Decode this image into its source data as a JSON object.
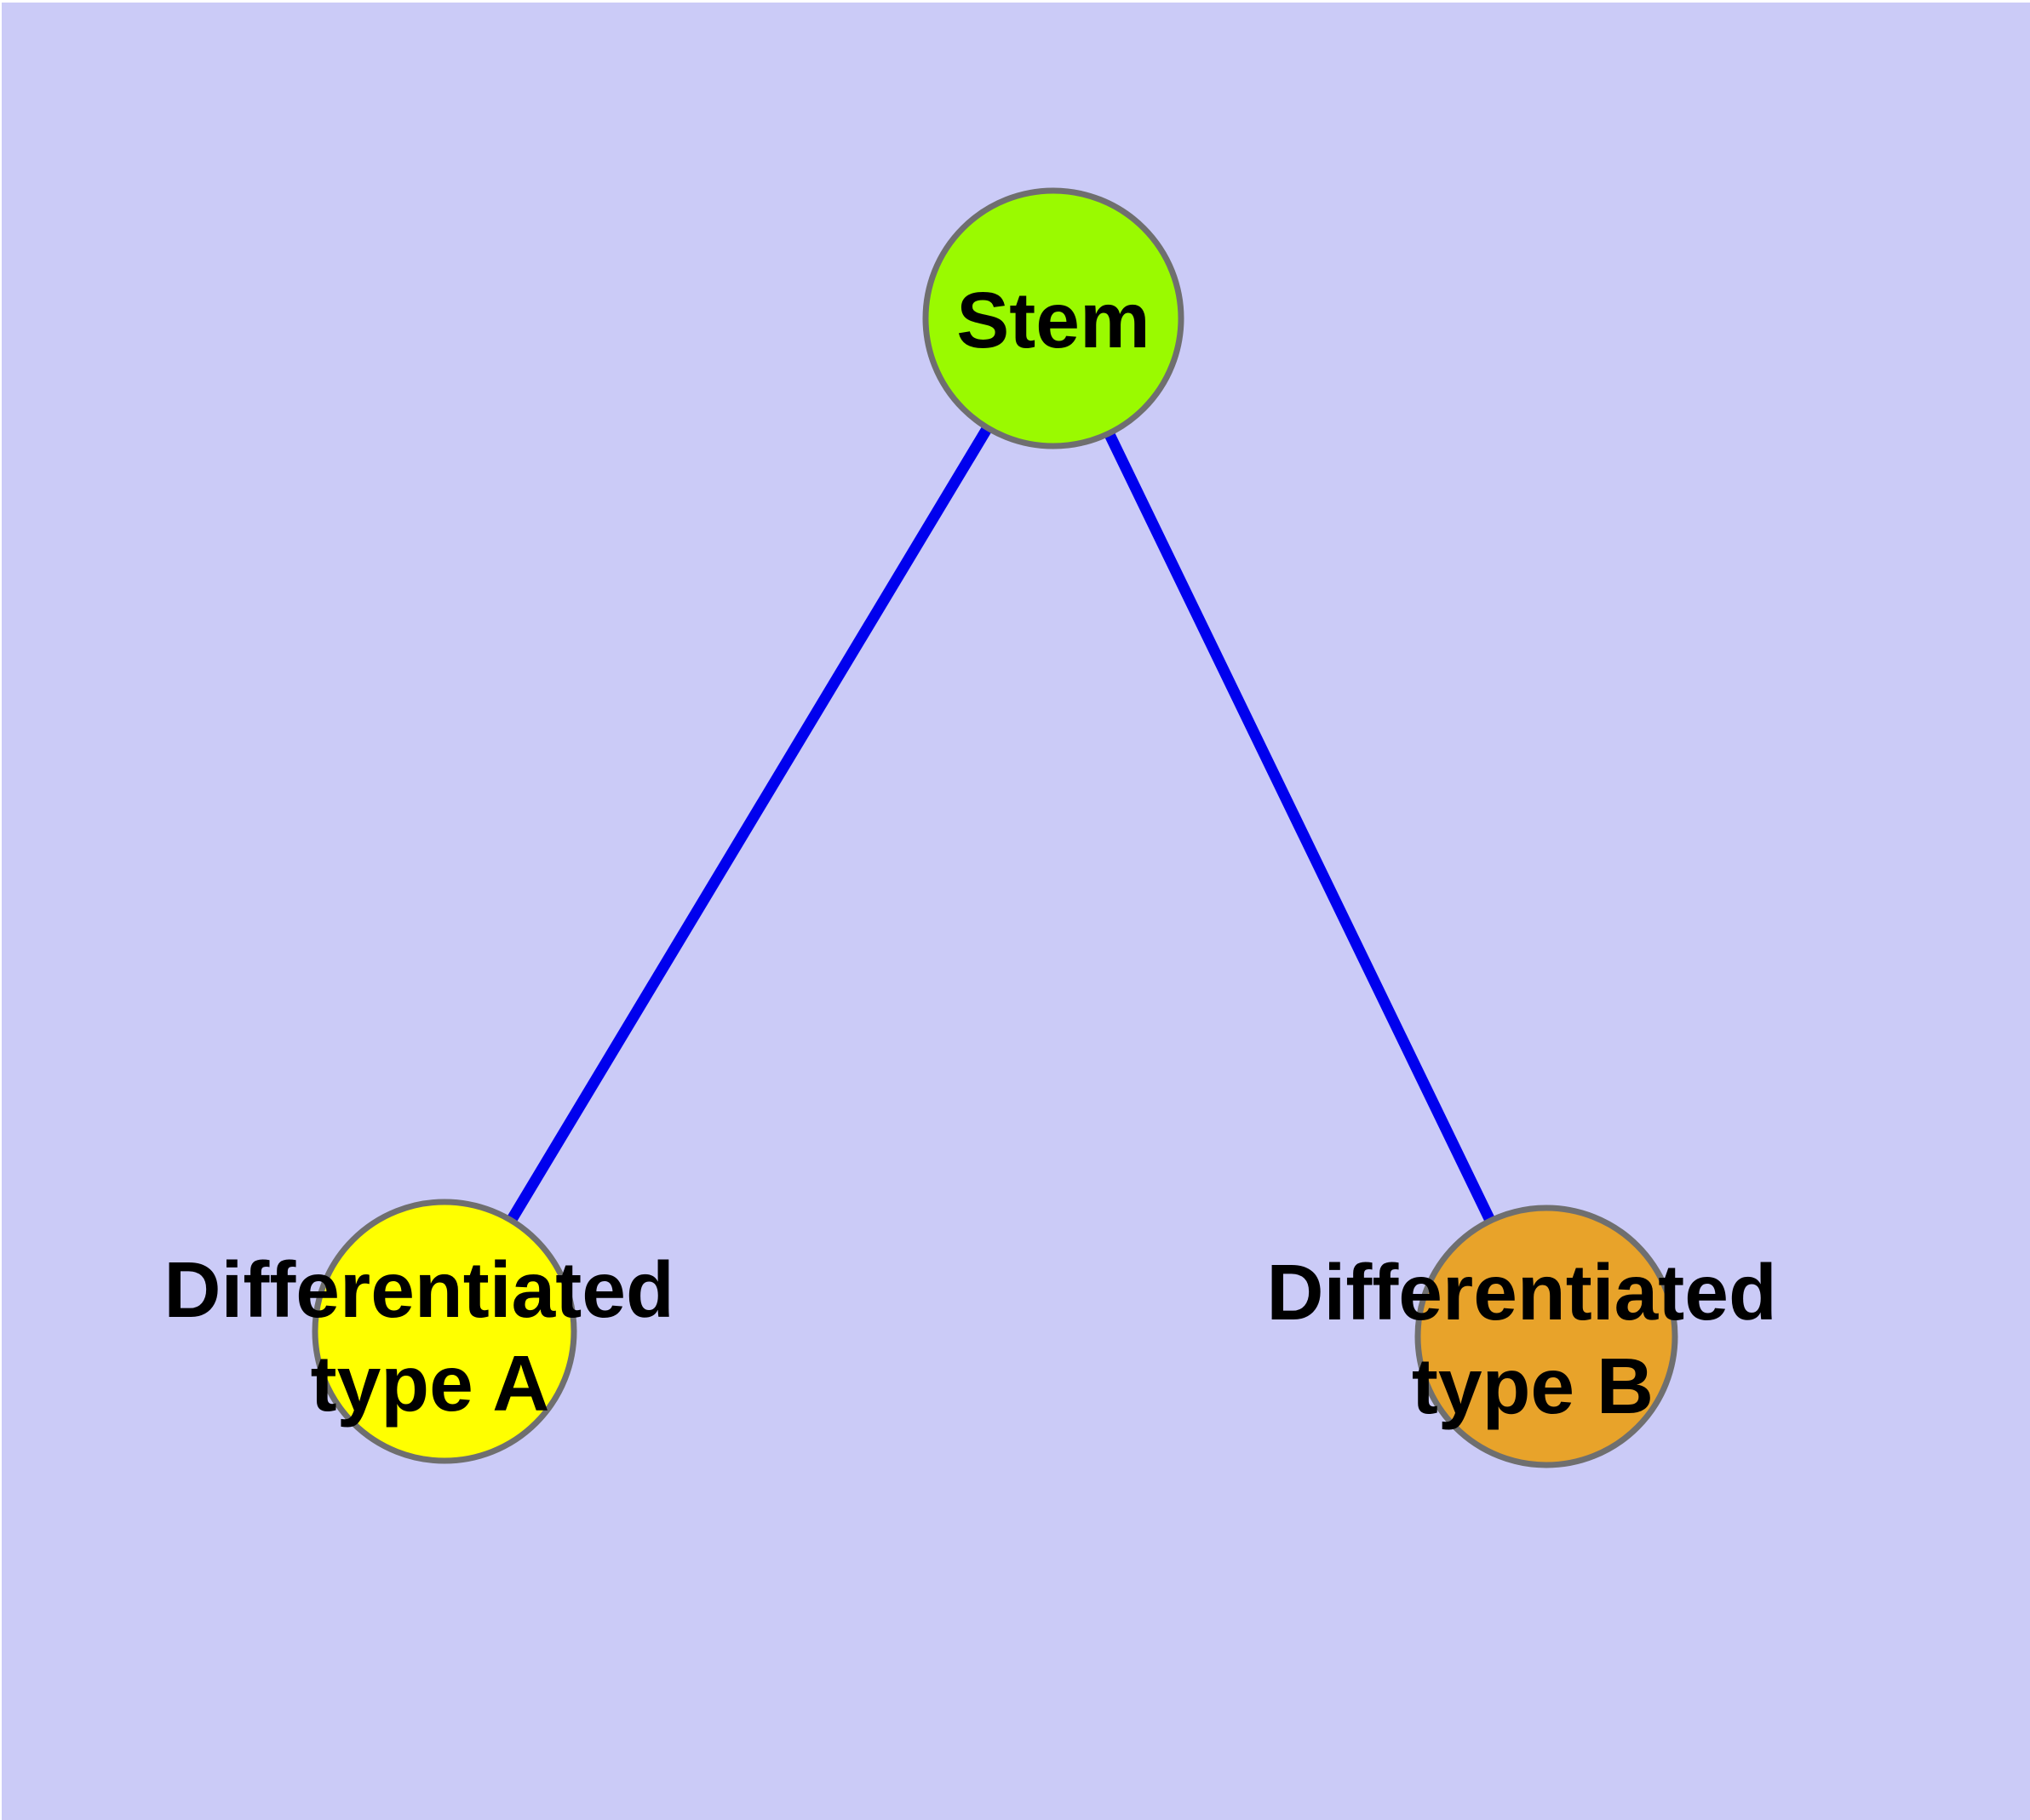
{
  "diagram": {
    "type": "node-link-graph",
    "background_color": "#CBCBF7",
    "edge_color": "#0000EE",
    "node_border_color": "#6F6F6F",
    "text_color": "#000000",
    "nodes": [
      {
        "id": "stem",
        "label": "Stem",
        "fill": "#9AFA00"
      },
      {
        "id": "differentiated-type-a",
        "label": "Differentiated type A",
        "label_lines": [
          "Differentiated",
          "type A"
        ],
        "fill": "#FFFF00"
      },
      {
        "id": "differentiated-type-b",
        "label": "Differentiated type B",
        "label_lines": [
          "Differentiated",
          "type B"
        ],
        "fill": "#E8A32A"
      }
    ],
    "edges": [
      {
        "from": "Stem",
        "to": "Differentiated type A"
      },
      {
        "from": "Stem",
        "to": "Differentiated type B"
      }
    ]
  }
}
